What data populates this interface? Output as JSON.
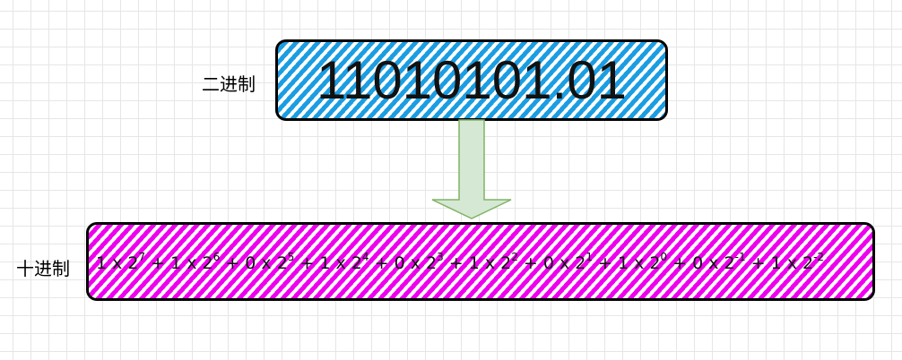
{
  "binary": {
    "label": "二进制",
    "value": "11010101.01",
    "fill_color": "#1b9de2"
  },
  "decimal": {
    "label": "十进制",
    "fill_color": "#ee00ee",
    "terms": [
      {
        "coef": "1",
        "exp": "7",
        "sep": " + "
      },
      {
        "coef": "1",
        "exp": "6",
        "sep": " + "
      },
      {
        "coef": "0",
        "exp": "5",
        "sep": " + "
      },
      {
        "coef": "1",
        "exp": "4",
        "sep": " + "
      },
      {
        "coef": "0",
        "exp": "3",
        "sep": " + "
      },
      {
        "coef": "1",
        "exp": "2",
        "sep": " + "
      },
      {
        "coef": "0",
        "exp": "1",
        "sep": " + "
      },
      {
        "coef": "1",
        "exp": "0",
        "sep": " + "
      },
      {
        "coef": "0",
        "exp": "-1",
        "sep": " + "
      },
      {
        "coef": "1",
        "exp": "-2",
        "sep": ""
      }
    ],
    "times_symbol": "x",
    "base": "2"
  },
  "arrow": {
    "icon": "down-arrow-icon",
    "fill_color": "#d5e8d4",
    "stroke_color": "#82b366"
  }
}
